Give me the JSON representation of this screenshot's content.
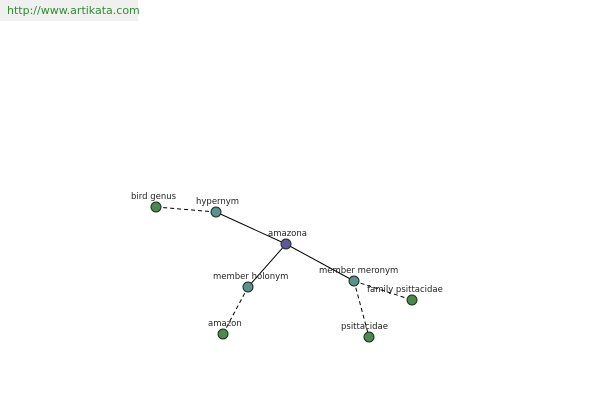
{
  "banner": {
    "url": "http://www.artikata.com"
  },
  "graph": {
    "colors": {
      "center": "#5a5a9c",
      "relation": "#5a9090",
      "leaf": "#4a8a4a"
    },
    "nodes": [
      {
        "id": "amazona",
        "label": "amazona",
        "kind": "center"
      },
      {
        "id": "hypernym",
        "label": "hypernym",
        "kind": "relation"
      },
      {
        "id": "bird-genus",
        "label": "bird genus",
        "kind": "leaf"
      },
      {
        "id": "member-holonym",
        "label": "member holonym",
        "kind": "relation"
      },
      {
        "id": "amazon",
        "label": "amazon",
        "kind": "leaf"
      },
      {
        "id": "member-meronym",
        "label": "member meronym",
        "kind": "relation"
      },
      {
        "id": "family-psittacidae",
        "label": "family psittacidae",
        "kind": "leaf"
      },
      {
        "id": "psittacidae",
        "label": "psittacidae",
        "kind": "leaf"
      }
    ],
    "edges": [
      {
        "from": "amazona",
        "to": "hypernym",
        "style": "solid"
      },
      {
        "from": "amazona",
        "to": "member-holonym",
        "style": "solid"
      },
      {
        "from": "amazona",
        "to": "member-meronym",
        "style": "solid"
      },
      {
        "from": "hypernym",
        "to": "bird-genus",
        "style": "dashed"
      },
      {
        "from": "member-holonym",
        "to": "amazon",
        "style": "dashed"
      },
      {
        "from": "member-meronym",
        "to": "family-psittacidae",
        "style": "dashed"
      },
      {
        "from": "member-meronym",
        "to": "psittacidae",
        "style": "dashed"
      }
    ]
  }
}
